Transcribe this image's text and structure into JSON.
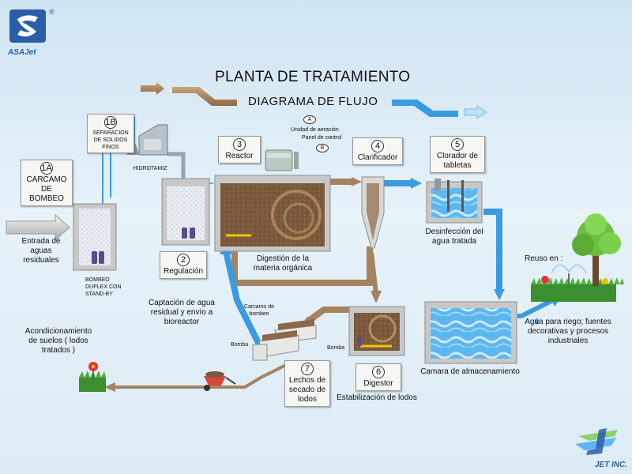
{
  "brand": {
    "logo_text": "ASAJet",
    "reg": "®",
    "footer_logo_text": "JET INC."
  },
  "header": {
    "title": "PLANTA DE TRATAMIENTO",
    "subtitle": "DIAGRAMA DE FLUJO"
  },
  "stages": {
    "s1a": {
      "num": "1A",
      "label": "CARCAMO DE BOMBEO"
    },
    "s1b": {
      "num": "1B",
      "label": "SEPARACION DE SOLIDOS FINOS"
    },
    "hidrotamiz": "HIDROTAMIZ",
    "s2": {
      "num": "2",
      "label": "Regulación"
    },
    "s3": {
      "num": "3",
      "label": "Reactor"
    },
    "s4": {
      "num": "4",
      "label": "Clarificador"
    },
    "s5": {
      "num": "5",
      "label": "Clorador de tabletas"
    },
    "s6": {
      "num": "6",
      "label": "Digestor"
    },
    "s7": {
      "num": "7",
      "label": "Lechos de secado de lodos"
    }
  },
  "aeration": {
    "a_marker": "A",
    "a_label": "Unidad de aeración",
    "b_label": "Panel de control",
    "b_marker": "B"
  },
  "captions": {
    "entrada": "Entrada de aguas residuales",
    "bombeo": "BOMBEO DUPLEX CON STAND-BY",
    "captacion": "Captación de agua residual y envío a bioreactor",
    "digestion": "Digestión de la materia orgánica",
    "desinfeccion": "Desinfección del agua tratada",
    "reuso": "Reuso en :",
    "agua_riego": "Agua para riego; fuentes decorativas y procesos industriales",
    "camara": "Camara de almacenamiento",
    "estabilizacion": "Estabilización de lodos",
    "acondicionamiento": "Acondicionamiento de suelos ( lodos tratados )",
    "carcamo_bombeo": "Carcamo de bombeo",
    "bomba1": "Bomba",
    "bomba2": "Bomba"
  },
  "colors": {
    "background": "#dcebf5",
    "flow_blue": "#3a9be0",
    "sludge_brown": "#a58360",
    "tank_gray": "#c8c8c8",
    "water_blue": "#5fb7f0",
    "sludge_fill": "#7a5a3c",
    "logo_blue": "#2a5ea8"
  },
  "icons": [
    "asajet-logo",
    "jet-inc-logo",
    "tree-icon",
    "sprinkler-icon",
    "flower-icon",
    "wheelbarrow-icon",
    "water-drop-icon"
  ]
}
